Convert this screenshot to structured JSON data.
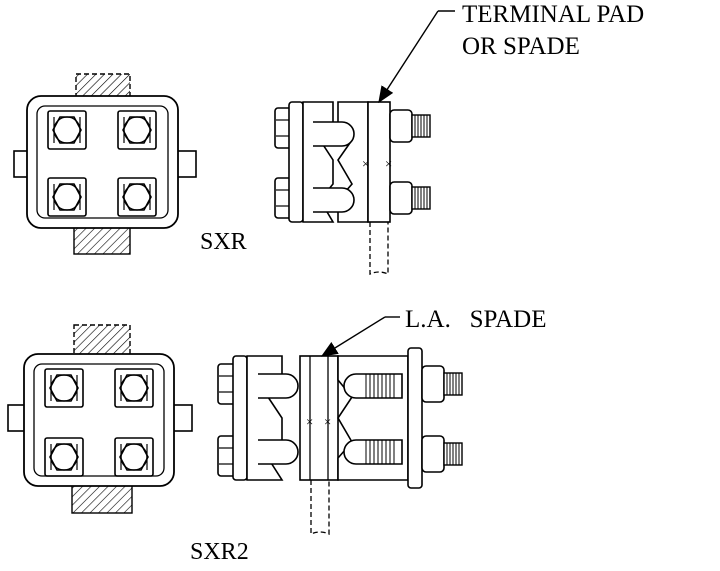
{
  "labels": {
    "terminal_pad_line1": "TERMINAL PAD",
    "terminal_pad_line2": "OR SPADE",
    "sxr": "SXR",
    "la_spade": "L.A.   SPADE",
    "sxr2": "SXR2"
  },
  "colors": {
    "ink": "#000000",
    "background": "#ffffff"
  },
  "icons": {
    "leader_arrow": "arrow-icon"
  }
}
